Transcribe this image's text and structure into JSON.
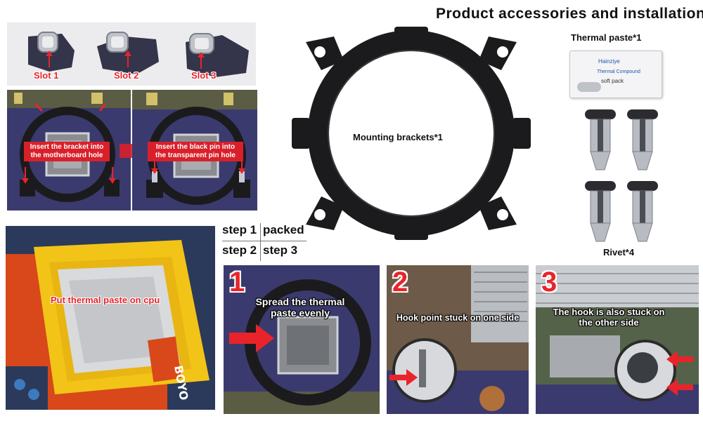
{
  "page": {
    "title": "Product accessories and installation"
  },
  "accessories": {
    "thermal_paste_label": "Thermal paste*1",
    "paste_pack_brand": "Hainziye",
    "paste_pack_line1": "Thermal Compound",
    "paste_pack_line2": "soft pack",
    "mounting_brackets_label": "Mounting brackets*1",
    "rivet_label": "Rivet*4"
  },
  "slots": [
    {
      "label": "Slot 1"
    },
    {
      "label": "Slot 2"
    },
    {
      "label": "Slot 3"
    }
  ],
  "mount_steps": {
    "left_caption": "Insert the bracket into the motherboard hole",
    "right_caption": "Insert the black pin into the transparent pin hole"
  },
  "paste_caption": "Put thermal paste on cpu",
  "steps_table": {
    "r1c1": "step 1",
    "r1c2": "packed",
    "r2c1": "step 2",
    "r2c2": "step 3"
  },
  "steps": [
    {
      "number": "1",
      "caption": "Spread the thermal paste evenly"
    },
    {
      "number": "2",
      "caption": "Hook point stuck on one side"
    },
    {
      "number": "3",
      "caption": "The hook is also stuck on the other side"
    }
  ],
  "colors": {
    "accent_red": "#e8242a",
    "bracket_black": "#1b1b1d",
    "board_purple": "#3b3a6e",
    "socket_yellow": "#f2c417",
    "board_orange": "#e2541c"
  }
}
